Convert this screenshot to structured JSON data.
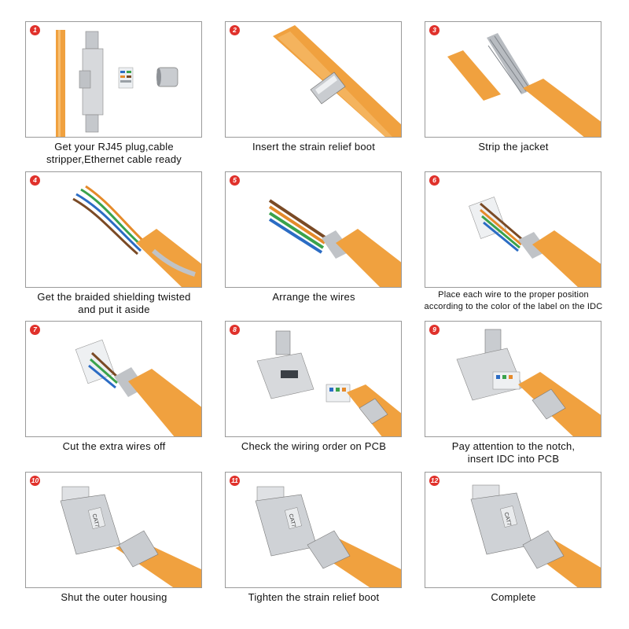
{
  "steps": [
    {
      "number": "1",
      "caption": [
        "Get your RJ45 plug,cable",
        "stripper,Ethernet cable ready"
      ]
    },
    {
      "number": "2",
      "caption": [
        "Insert the strain relief boot"
      ]
    },
    {
      "number": "3",
      "caption": [
        "Strip the jacket"
      ]
    },
    {
      "number": "4",
      "caption": [
        "Get the braided shielding twisted",
        "and put it aside"
      ]
    },
    {
      "number": "5",
      "caption": [
        "Arrange the wires"
      ]
    },
    {
      "number": "6",
      "caption": [
        "Place each wire to the proper position",
        "according to the color of the label on the IDC"
      ]
    },
    {
      "number": "7",
      "caption": [
        "Cut the extra wires off"
      ]
    },
    {
      "number": "8",
      "caption": [
        "Check the wiring order on PCB"
      ]
    },
    {
      "number": "9",
      "caption": [
        "Pay attention to the notch,",
        "insert IDC into PCB"
      ]
    },
    {
      "number": "10",
      "caption": [
        "Shut the outer housing"
      ]
    },
    {
      "number": "11",
      "caption": [
        "Tighten the strain relief boot"
      ]
    },
    {
      "number": "12",
      "caption": [
        "Complete"
      ]
    }
  ],
  "product_label": "CAT7",
  "colors": {
    "cable_orange": "#f0a13f",
    "badge_red": "#e0312b",
    "panel_border": "#9a9a9a",
    "metal": "#c9ccd0"
  }
}
